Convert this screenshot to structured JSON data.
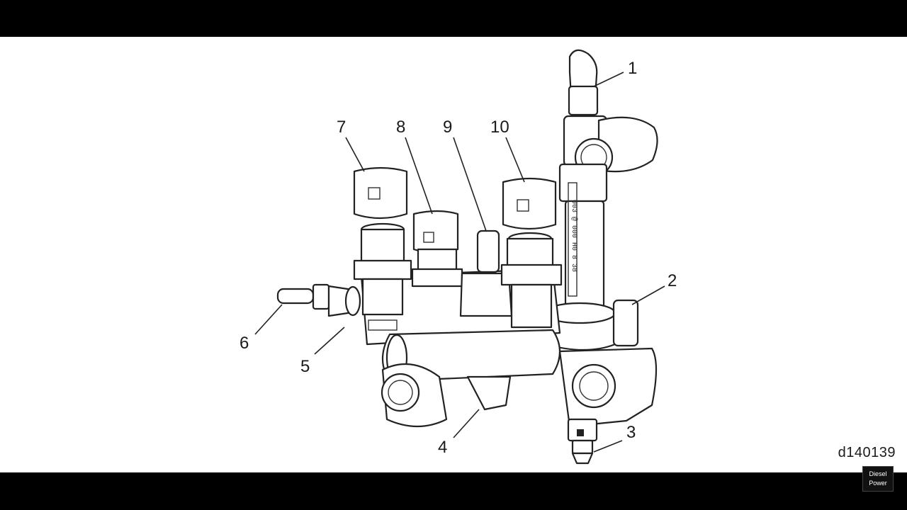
{
  "figure": {
    "reference_code": "d140139",
    "callouts": [
      {
        "id": "1",
        "label": "1"
      },
      {
        "id": "2",
        "label": "2"
      },
      {
        "id": "3",
        "label": "3"
      },
      {
        "id": "4",
        "label": "4"
      },
      {
        "id": "5",
        "label": "5"
      },
      {
        "id": "6",
        "label": "6"
      },
      {
        "id": "7",
        "label": "7"
      },
      {
        "id": "8",
        "label": "8"
      },
      {
        "id": "9",
        "label": "9"
      },
      {
        "id": "10",
        "label": "10"
      }
    ]
  },
  "watermark": {
    "line1": "Diesel",
    "line2": "Power"
  },
  "colors": {
    "background": "#ffffff",
    "letterbox": "#000000",
    "linework": "#222222"
  }
}
